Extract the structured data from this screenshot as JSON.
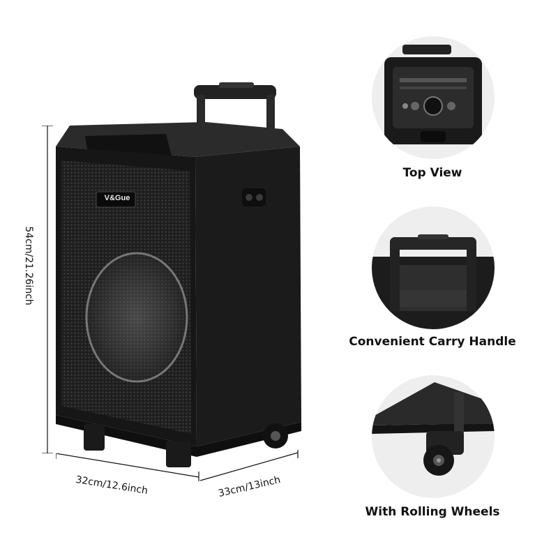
{
  "product": {
    "brand_logo": "V&Gue"
  },
  "dimensions": {
    "height": "54cm/21.26inch",
    "width": "32cm/12.6inch",
    "depth": "33cm/13inch"
  },
  "features": [
    {
      "label": "Top View",
      "icon": "speaker-top-view"
    },
    {
      "label": "Convenient Carry Handle",
      "icon": "carry-handle"
    },
    {
      "label": "With Rolling Wheels",
      "icon": "rolling-wheel"
    }
  ],
  "colors": {
    "speaker_body": "#1c1c1c",
    "grille": "#2a2a2a",
    "circle_bg": "#eeeeee"
  }
}
